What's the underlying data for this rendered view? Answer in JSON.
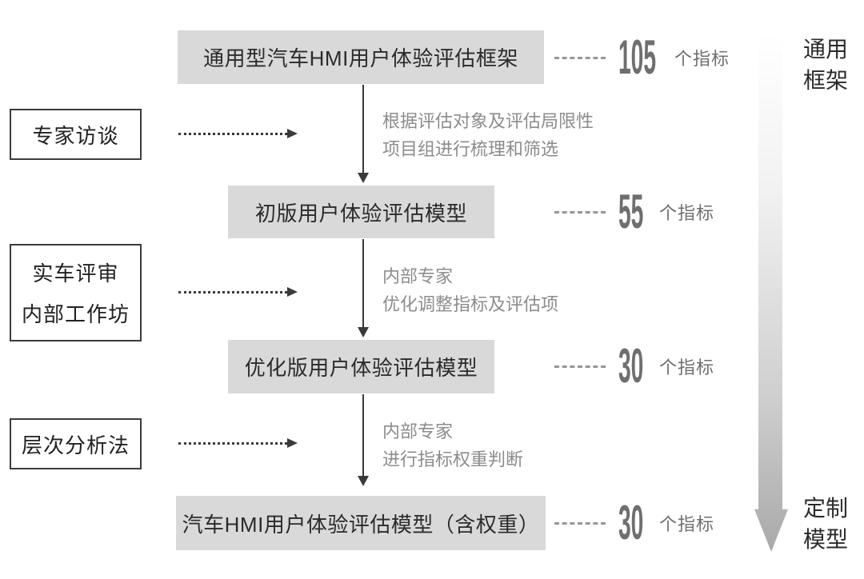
{
  "diagram": {
    "stages": [
      {
        "label": "通用型汽车HMI用户体验评估框架",
        "count": "105",
        "unit": "个指标"
      },
      {
        "label": "初版用户体验评估模型",
        "count": "55",
        "unit": "个指标"
      },
      {
        "label": "优化版用户体验评估模型",
        "count": "30",
        "unit": "个指标"
      },
      {
        "label": "汽车HMI用户体验评估模型（含权重）",
        "count": "30",
        "unit": "个指标"
      }
    ],
    "methods": [
      {
        "lines": [
          "专家访谈"
        ]
      },
      {
        "lines": [
          "实车评审",
          "内部工作坊"
        ]
      },
      {
        "lines": [
          "层次分析法"
        ]
      }
    ],
    "transitions": [
      {
        "lines": [
          "根据评估对象及评估局限性",
          "项目组进行梳理和筛选"
        ]
      },
      {
        "lines": [
          "内部专家",
          "优化调整指标及评估项"
        ]
      },
      {
        "lines": [
          "内部专家",
          "进行指标权重判断"
        ]
      }
    ],
    "right_axis": {
      "top_lines": [
        "通用",
        "框架"
      ],
      "bottom_lines": [
        "定制",
        "模型"
      ]
    },
    "colors": {
      "stage_fill": "#d9d9d9",
      "stage_text": "#2b2b2b",
      "method_outline": "#3c3c3c",
      "annotation_text": "#8c8c8c",
      "metric_text": "#6f6f6f",
      "arrow": "#3a3a3a",
      "gradient_arrow_end": "#a9a9a9"
    }
  }
}
